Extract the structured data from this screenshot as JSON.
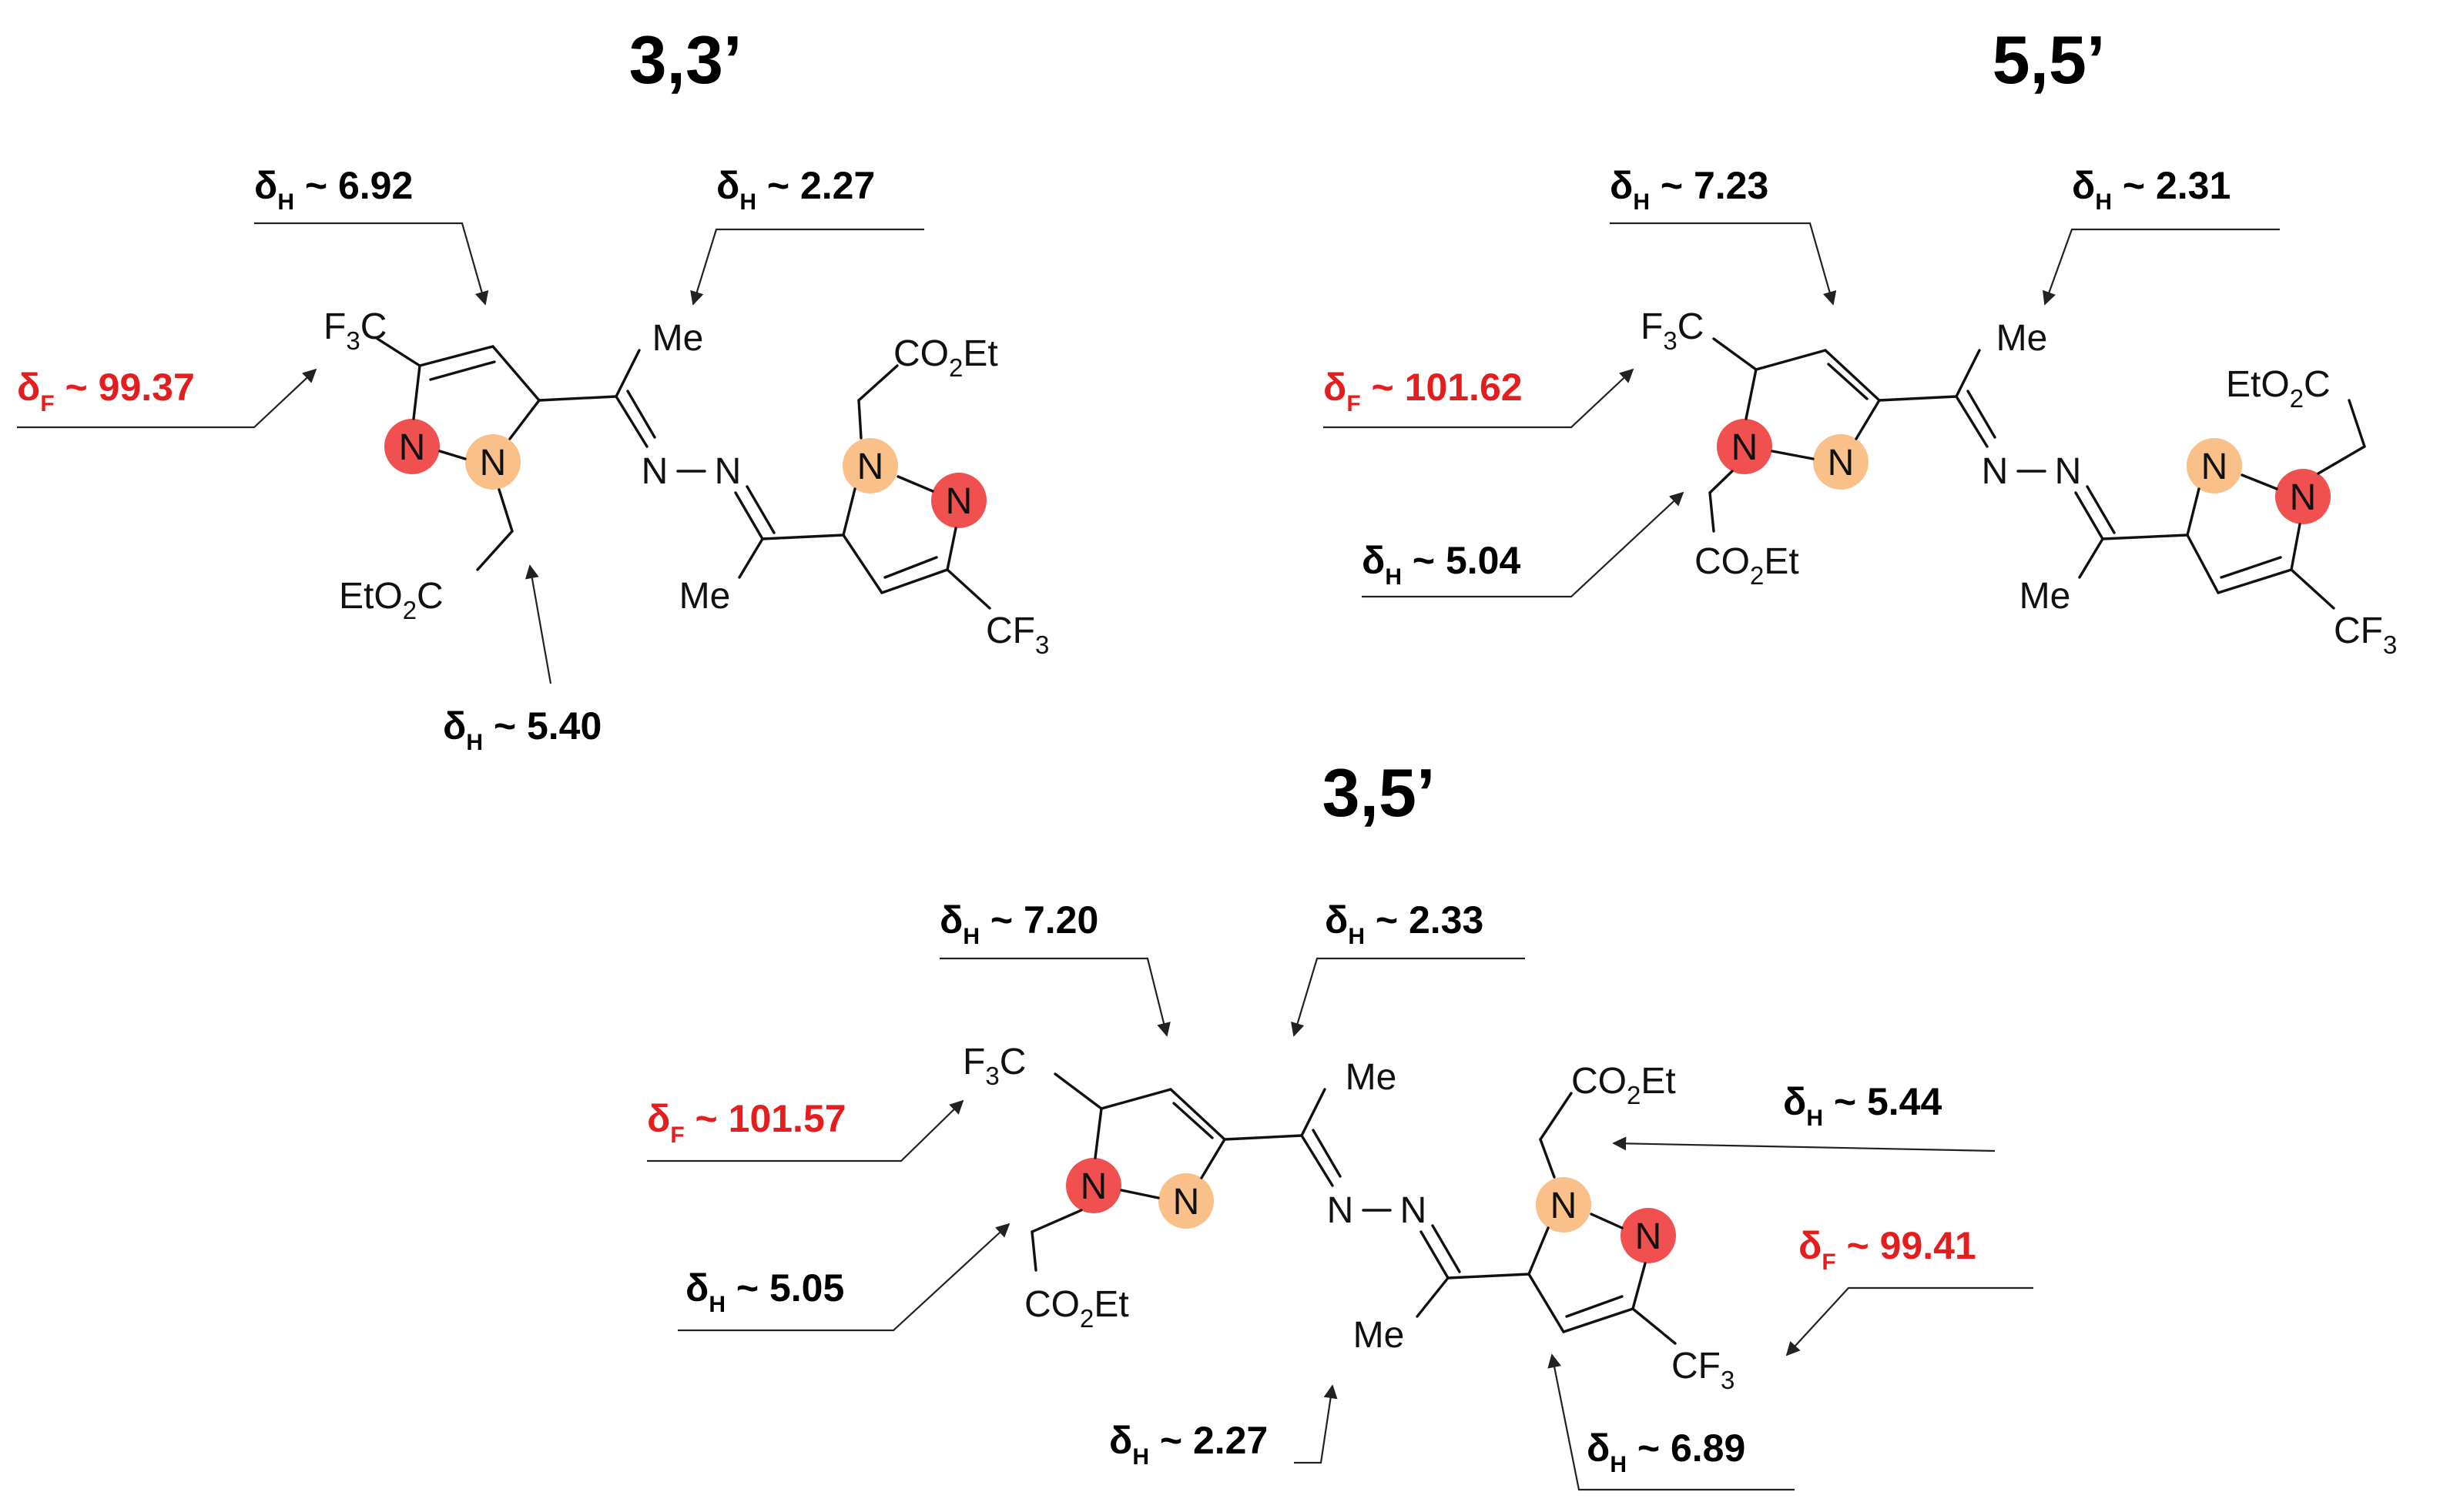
{
  "structures": [
    {
      "id": "s33",
      "title": "3,3’",
      "shifts": [
        {
          "id": "h1",
          "nucleus": "H",
          "value": "6.92"
        },
        {
          "id": "h2",
          "nucleus": "H",
          "value": "2.27"
        },
        {
          "id": "f1",
          "nucleus": "F",
          "value": "99.37"
        },
        {
          "id": "h3",
          "nucleus": "H",
          "value": "5.40"
        }
      ]
    },
    {
      "id": "s55",
      "title": "5,5’",
      "shifts": [
        {
          "id": "h1",
          "nucleus": "H",
          "value": "7.23"
        },
        {
          "id": "h2",
          "nucleus": "H",
          "value": "2.31"
        },
        {
          "id": "f1",
          "nucleus": "F",
          "value": "101.62"
        },
        {
          "id": "h3",
          "nucleus": "H",
          "value": "5.04"
        }
      ]
    },
    {
      "id": "s35",
      "title": "3,5’",
      "shifts": [
        {
          "id": "h1",
          "nucleus": "H",
          "value": "7.20"
        },
        {
          "id": "h2",
          "nucleus": "H",
          "value": "2.33"
        },
        {
          "id": "f1",
          "nucleus": "F",
          "value": "101.57"
        },
        {
          "id": "h3",
          "nucleus": "H",
          "value": "5.44"
        },
        {
          "id": "h4",
          "nucleus": "H",
          "value": "5.05"
        },
        {
          "id": "f2",
          "nucleus": "F",
          "value": "99.41"
        },
        {
          "id": "h5",
          "nucleus": "H",
          "value": "2.27"
        },
        {
          "id": "h6",
          "nucleus": "H",
          "value": "6.89"
        }
      ]
    }
  ],
  "shift_format": {
    "symbol": "δ",
    "approx": "~"
  },
  "atoms": {
    "nitrogen": "N",
    "methyl": "Me",
    "ester_left": "EtO",
    "ester_right": "C",
    "co": "CO",
    "et": "Et",
    "sub2": "2",
    "sub3": "3",
    "f": "F",
    "c": "C"
  },
  "colors": {
    "n1_substituted": "#f05050",
    "n2_pyridine": "#f9c08a",
    "fluorine_shift": "#e41e1e",
    "proton_shift": "#000000"
  }
}
